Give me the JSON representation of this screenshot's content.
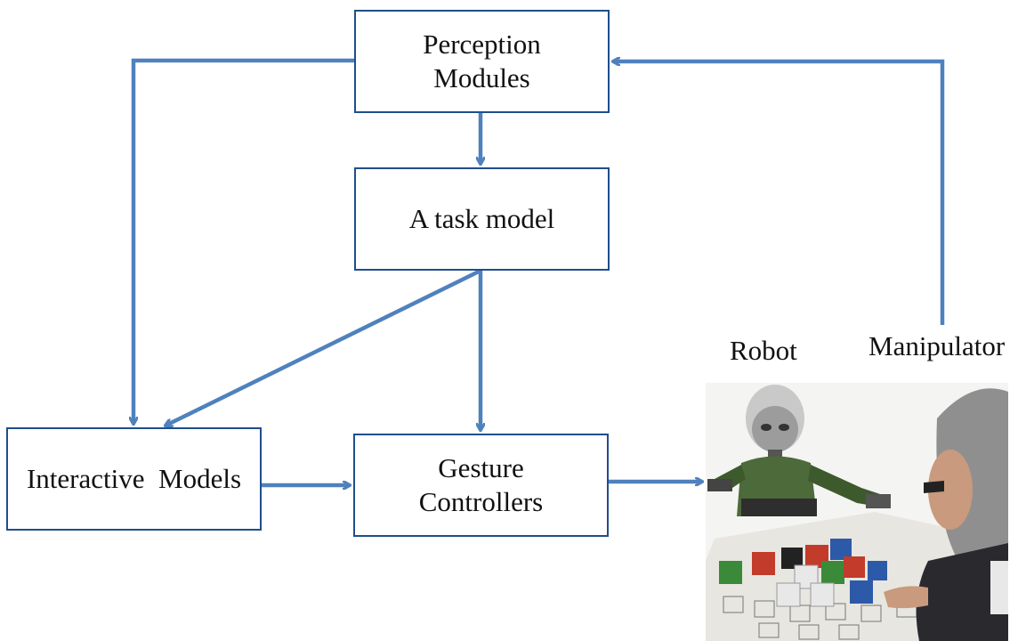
{
  "boxes": {
    "perception": [
      "Perception",
      "Modules"
    ],
    "task": [
      "A task model"
    ],
    "interactive": [
      "Interactive  Models"
    ],
    "gesture": [
      "Gesture",
      "Controllers"
    ]
  },
  "labels": {
    "robot": "Robot",
    "manipulator": "Manipulator"
  },
  "colors": {
    "arrow": "#4f81bd",
    "box_border": "#1f4e8c"
  },
  "photo": {
    "description_icon": "robot-and-manipulator-photo"
  }
}
